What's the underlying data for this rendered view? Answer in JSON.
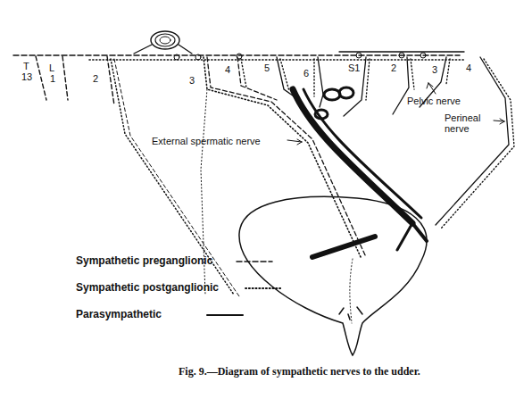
{
  "diagram": {
    "caption": "Fig. 9.—Diagram of sympathetic nerves to the udder.",
    "labels": [
      "T",
      "13",
      "L",
      "1",
      "2",
      "3",
      "4",
      "5",
      "6",
      "S1",
      "2",
      "3",
      "4",
      "Pelvic nerve",
      "Perineal nerve",
      "External spermatic nerve"
    ],
    "legend": [
      {
        "text": "Sympathetic preganglionic"
      },
      {
        "text": "Sympathetic postganglionic"
      },
      {
        "text": "Parasympathetic"
      }
    ]
  }
}
